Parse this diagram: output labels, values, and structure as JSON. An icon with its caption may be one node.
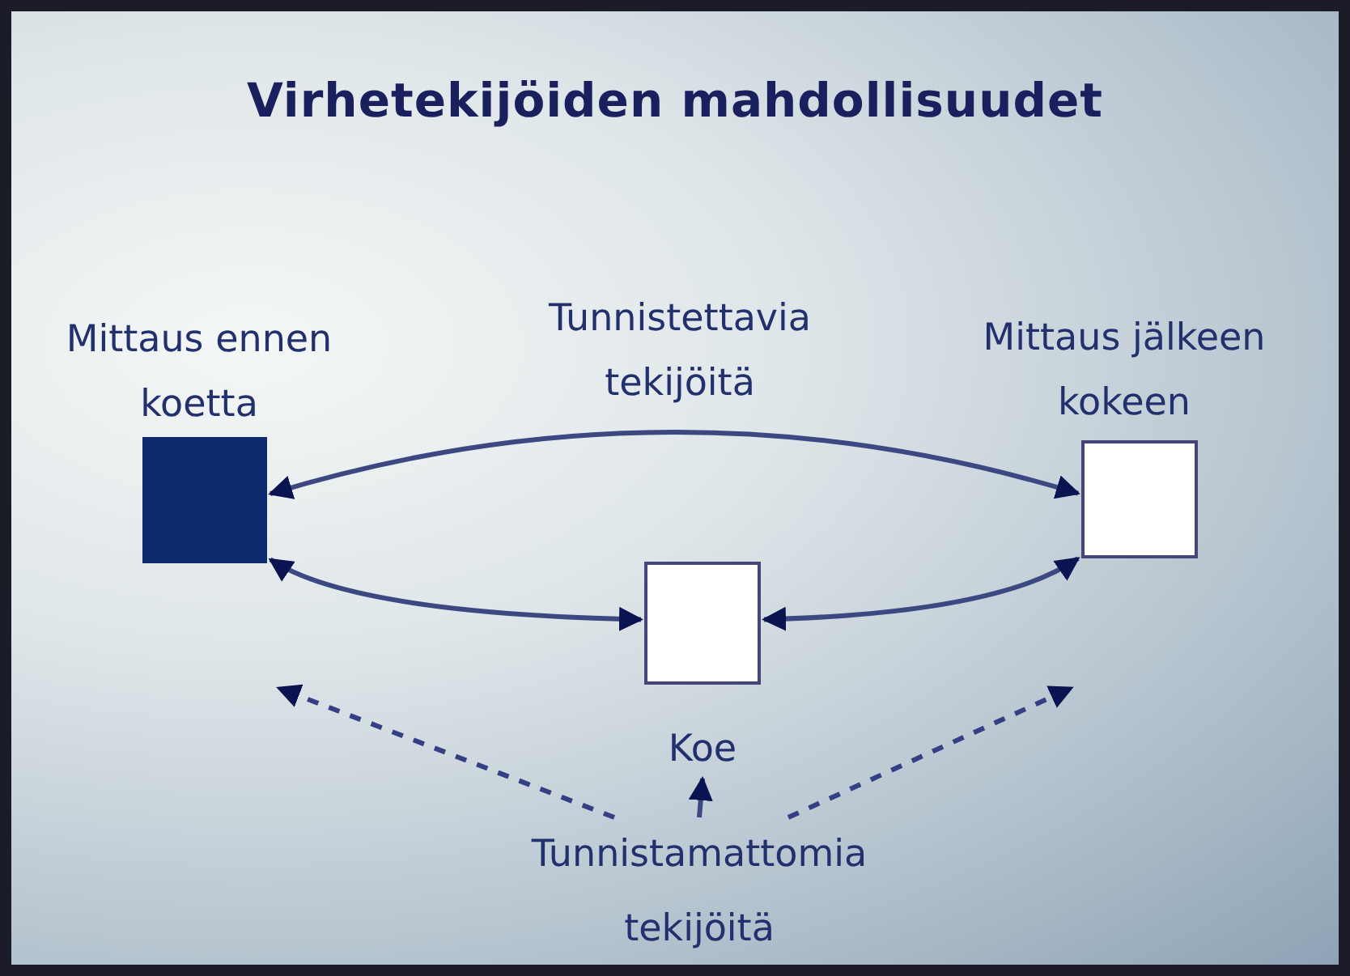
{
  "diagram": {
    "title": "Virhetekijöiden mahdollisuudet",
    "nodes": [
      {
        "text": [
          "Mittaus ennen koetta"
        ]
      },
      {
        "text": [
          "Mittaus jälkeen kokeen"
        ]
      },
      {
        "text": [],
        "shape": "box",
        "beside": [
          "Koe"
        ]
      },
      {
        "text": [
          "Tunnistamattomia tekijöitä"
        ]
      }
    ],
    "edges": [
      {
        "from": 0,
        "to": 1,
        "arrow": "both",
        "label": "Tunnistettavia tekijöitä"
      },
      {
        "from": 0,
        "to": 2,
        "arrow": "both"
      },
      {
        "from": 1,
        "to": 2,
        "arrow": "both"
      },
      {
        "from": 3,
        "to": 2,
        "arrow": "to"
      },
      {
        "from": 3,
        "to": null,
        "arrow": "to",
        "style": "dashed"
      },
      {
        "from": 3,
        "to": null,
        "arrow": "to",
        "style": "dashed"
      }
    ]
  }
}
